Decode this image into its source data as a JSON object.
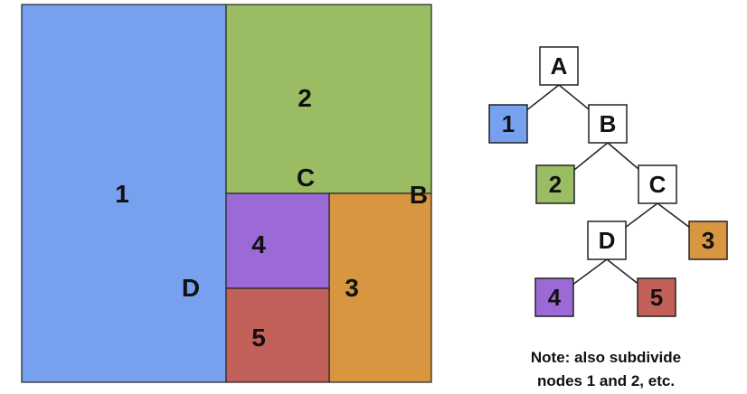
{
  "colors": {
    "blue": "#77a1ee",
    "green": "#9abd63",
    "purple": "#9b6ad6",
    "red": "#c2605a",
    "orange": "#d7963f",
    "white": "#ffffff",
    "stroke": "#222222"
  },
  "partition": {
    "regions": [
      {
        "id": "1",
        "label": "1",
        "color": "blue"
      },
      {
        "id": "2",
        "label": "2",
        "color": "green"
      },
      {
        "id": "3",
        "label": "3",
        "color": "orange"
      },
      {
        "id": "4",
        "label": "4",
        "color": "purple"
      },
      {
        "id": "5",
        "label": "5",
        "color": "red"
      }
    ],
    "line_labels": [
      {
        "id": "A",
        "label": ""
      },
      {
        "id": "B",
        "label": "B"
      },
      {
        "id": "C",
        "label": "C"
      },
      {
        "id": "D",
        "label": "D"
      }
    ]
  },
  "tree": {
    "nodes": [
      {
        "id": "A",
        "label": "A",
        "color": "white"
      },
      {
        "id": "1",
        "label": "1",
        "color": "blue"
      },
      {
        "id": "B",
        "label": "B",
        "color": "white"
      },
      {
        "id": "2",
        "label": "2",
        "color": "green"
      },
      {
        "id": "C",
        "label": "C",
        "color": "white"
      },
      {
        "id": "D",
        "label": "D",
        "color": "white"
      },
      {
        "id": "3",
        "label": "3",
        "color": "orange"
      },
      {
        "id": "4",
        "label": "4",
        "color": "purple"
      },
      {
        "id": "5",
        "label": "5",
        "color": "red"
      }
    ],
    "edges": [
      [
        "A",
        "1"
      ],
      [
        "A",
        "B"
      ],
      [
        "B",
        "2"
      ],
      [
        "B",
        "C"
      ],
      [
        "C",
        "D"
      ],
      [
        "C",
        "3"
      ],
      [
        "D",
        "4"
      ],
      [
        "D",
        "5"
      ]
    ]
  },
  "note": {
    "line1": "Note: also subdivide",
    "line2": "nodes 1 and 2, etc."
  }
}
